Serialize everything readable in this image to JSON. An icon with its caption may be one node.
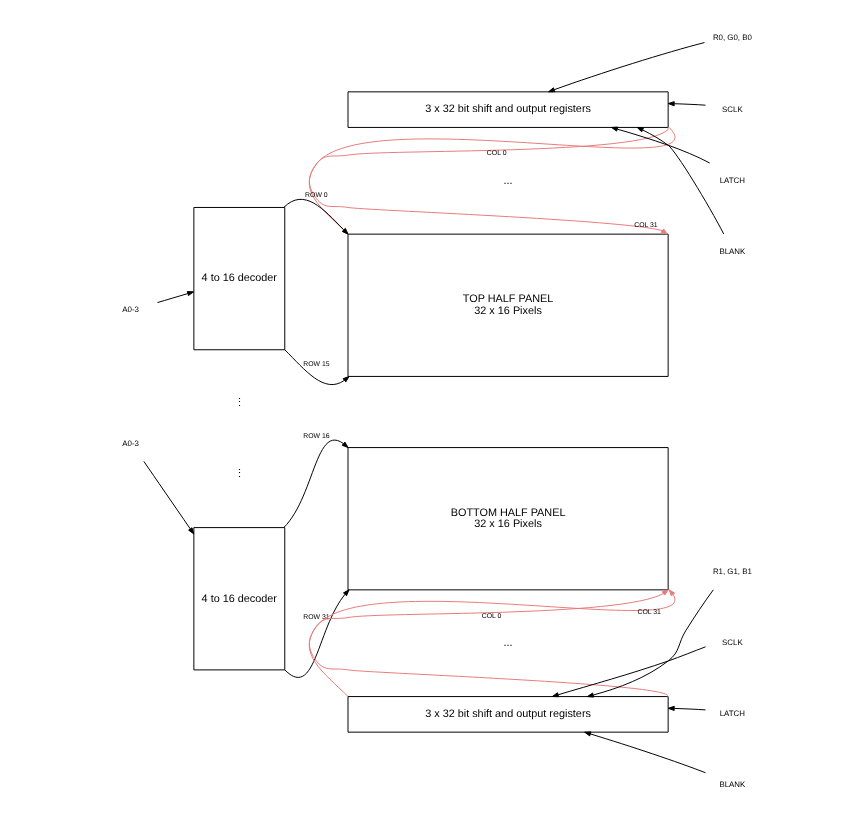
{
  "diagram": {
    "nodes": [
      {
        "text": [
          "3 x 32 bit shift and output registers"
        ]
      },
      {
        "text": [
          "4 to 16 decoder"
        ]
      },
      {
        "text": [
          "4 to 16 decoder"
        ]
      },
      {
        "text": [
          "TOP HALF PANEL",
          "32 x 16 Pixels"
        ]
      },
      {
        "text": [
          "BOTTOM HALF PANEL",
          "32 x 16 Pixels"
        ]
      },
      {
        "text": [
          "3 x 32 bit shift and output registers"
        ]
      },
      {
        "text": [
          "A0-3"
        ]
      },
      {
        "text": [
          "A0-3"
        ]
      },
      {
        "text": [
          "R0, G0, B0"
        ]
      },
      {
        "text": [
          "SCLK"
        ]
      },
      {
        "text": [
          "LATCH"
        ]
      },
      {
        "text": [
          "BLANK"
        ]
      },
      {
        "text": [
          "R1, G1, B1"
        ]
      },
      {
        "text": [
          "SCLK"
        ]
      },
      {
        "text": [
          "LATCH"
        ]
      },
      {
        "text": [
          "BLANK"
        ]
      }
    ],
    "edges": [
      {
        "from": 8,
        "to": 0,
        "arrow": "to"
      },
      {
        "from": 9,
        "to": 0,
        "arrow": "to"
      },
      {
        "from": 10,
        "to": 0,
        "arrow": "to"
      },
      {
        "from": 11,
        "to": 0,
        "arrow": "to"
      },
      {
        "from": 0,
        "to": 3,
        "arrow": "to",
        "label": "COL 0",
        "color": "#e87a7a"
      },
      {
        "from": 0,
        "to": 3,
        "arrow": "to",
        "label": "COL 31",
        "color": "#e87a7a"
      },
      {
        "from": 6,
        "to": 1,
        "arrow": "to"
      },
      {
        "from": 1,
        "to": 3,
        "arrow": "to",
        "label": "ROW 0"
      },
      {
        "from": 1,
        "to": 3,
        "arrow": "to",
        "label": "ROW 15"
      },
      {
        "from": 7,
        "to": 2,
        "arrow": "to"
      },
      {
        "from": 2,
        "to": 4,
        "arrow": "to",
        "label": "ROW 16"
      },
      {
        "from": 2,
        "to": 4,
        "arrow": "to",
        "label": "ROW 31"
      },
      {
        "from": 5,
        "to": 4,
        "arrow": "to",
        "label": "COL 0",
        "color": "#e87a7a"
      },
      {
        "from": 5,
        "to": 4,
        "arrow": "to",
        "label": "COL 31",
        "color": "#e87a7a"
      },
      {
        "from": 12,
        "to": 5,
        "arrow": "to"
      },
      {
        "from": 13,
        "to": 5,
        "arrow": "to"
      },
      {
        "from": 14,
        "to": 5,
        "arrow": "to"
      },
      {
        "from": 15,
        "to": 5,
        "arrow": "to"
      }
    ],
    "labels": [
      "...",
      "⋮",
      "⋮",
      "..."
    ]
  }
}
